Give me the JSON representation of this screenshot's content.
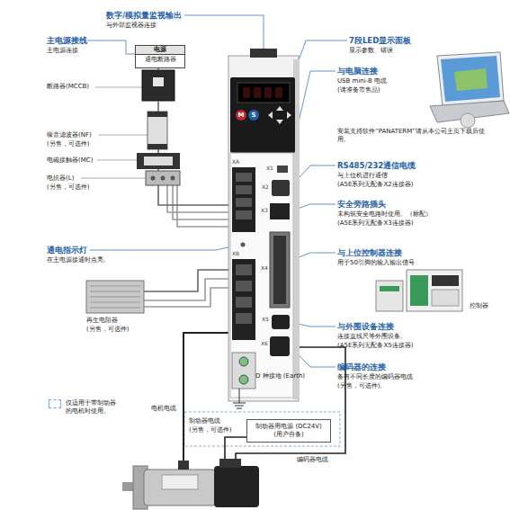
{
  "diagram": {
    "nodes": [
      {
        "text": [
          "电源",
          "通电断路器"
        ]
      },
      {
        "text": [
          "断路器(MCCB)"
        ]
      },
      {
        "text": [
          "噪音滤波器(NF)",
          "(另售，可选件)"
        ]
      },
      {
        "text": [
          "电磁接触器(MC)"
        ]
      },
      {
        "text": [
          "电抗器(L)",
          "(另售，可选件)"
        ]
      },
      {
        "text": [
          "M",
          "S",
          "XA",
          "XB",
          "X1",
          "X2",
          "X3",
          "X4",
          "X5",
          "X6"
        ]
      },
      {
        "text": [
          "再生电阻器",
          "(另售，可选件)"
        ]
      },
      {
        "text": [
          "制动器用电源 (DC24V)",
          "(用户自备)"
        ]
      }
    ],
    "edges": [
      {
        "from": 0,
        "to": 1,
        "arrow": "none"
      },
      {
        "from": 1,
        "to": 2,
        "arrow": "none"
      },
      {
        "from": 2,
        "to": 3,
        "arrow": "none"
      },
      {
        "from": 3,
        "to": 4,
        "arrow": "none"
      },
      {
        "from": 4,
        "to": 5,
        "arrow": "none"
      },
      {
        "from": 6,
        "to": 5,
        "arrow": "none"
      }
    ],
    "labels": [
      "数字/模拟量监视输出",
      "与外部监视器连接",
      "主电源接线",
      "主电源连接",
      "7段LED显示面板",
      "显示参数、错误",
      "与电脑连接",
      "USB mini-B 电缆",
      "(请准备市售品)",
      "安装支持软件“PANATERM”请从本公司主页下载后使用。",
      "RS485/232通信电缆",
      "与上位机进行通信",
      "(A5E系列无配备X2连接器)",
      "安全旁路插头",
      "未构筑安全电路时使用。（标配）",
      "(A5E系列无配备X3连接器)",
      "与上位控制器连接",
      "用于50引脚的输入输出信号",
      "控制器",
      "与外围设备连接",
      "连接直线尺等外围设备。",
      "(A5E系列无配备X5连接器)",
      "编码器的连接",
      "备有不同长度的编码器电缆",
      "(另售，可选件)。",
      "通电指示灯",
      "在主电源接通时点亮。",
      "D 种接地 (Earth)",
      "电机电缆",
      "制动器电缆",
      "(另售，可选件)",
      "编码器电缆"
    ],
    "legend": [
      {
        "text": "仅适用于带制动器的电机时使用。"
      }
    ]
  }
}
